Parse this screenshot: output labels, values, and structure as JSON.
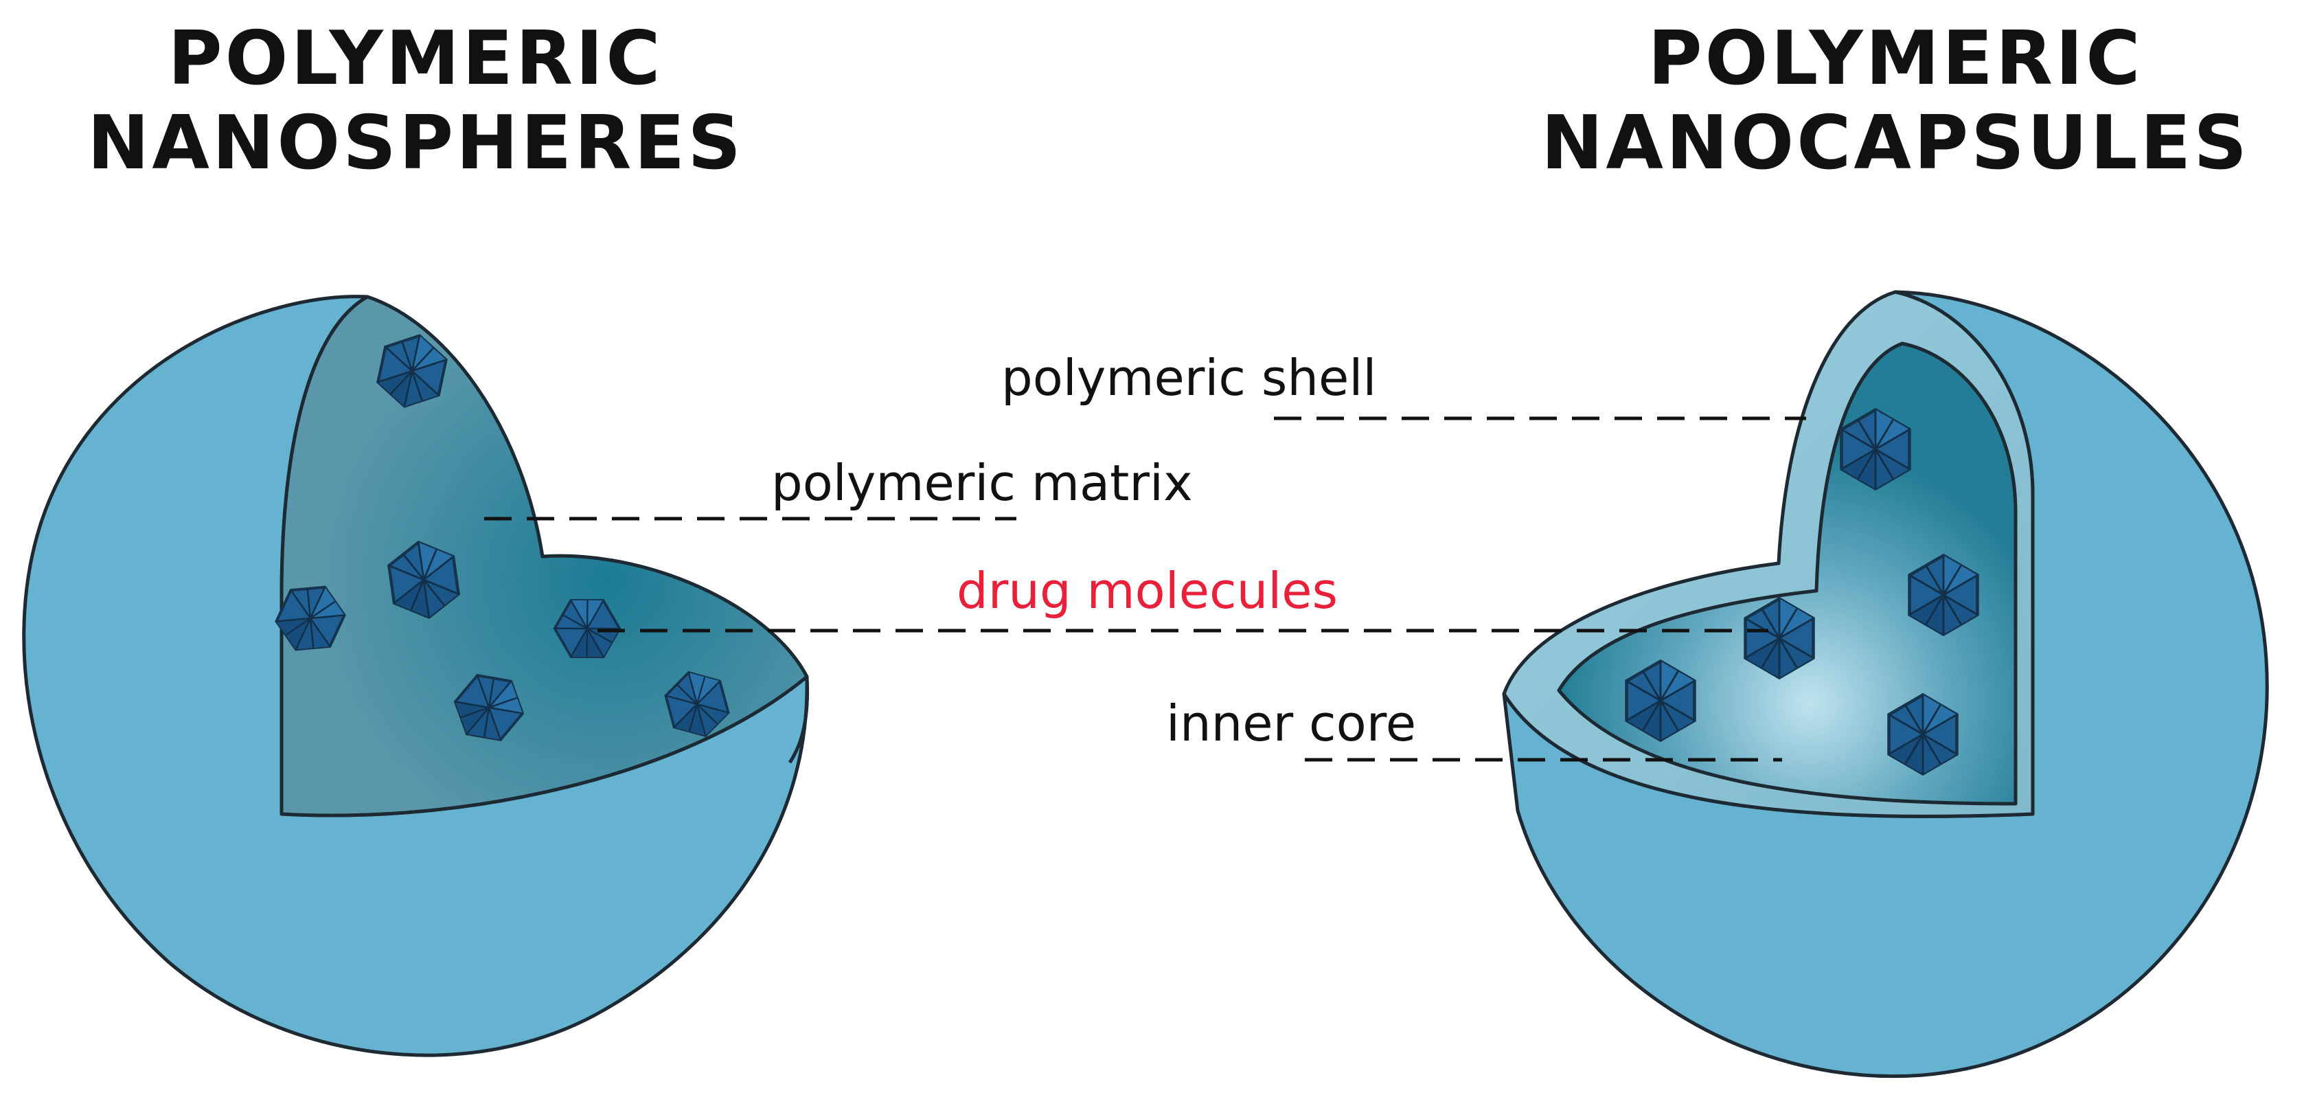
{
  "titles": {
    "nanospheres_line1": "POLYMERIC",
    "nanospheres_line2": "NANOSPHERES",
    "nanocapsules_line1": "POLYMERIC",
    "nanocapsules_line2": "NANOCAPSULES"
  },
  "labels": {
    "polymeric_shell": "polymeric shell",
    "polymeric_matrix": "polymeric matrix",
    "drug_molecules": "drug molecules",
    "inner_core": "inner core"
  },
  "colors": {
    "sphere_surface": "#66b3d1",
    "cut_face": "#4f95ad",
    "matrix_dark": "#1c7b94",
    "shell_light": "#8fc6d8",
    "core_light": "#a9d9ea",
    "drug": "#1f5f93",
    "drug_label": "#e8203a",
    "text": "#111111"
  }
}
